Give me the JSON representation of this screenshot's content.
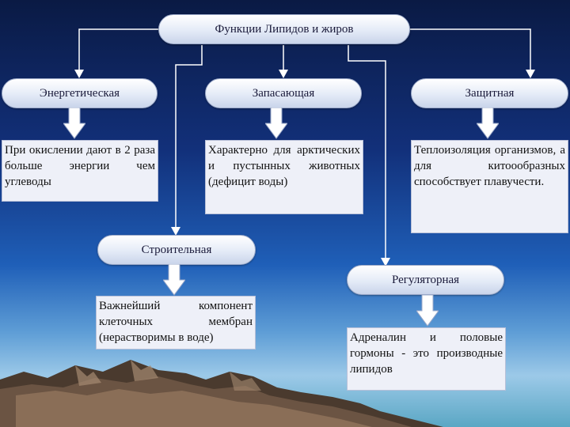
{
  "diagram": {
    "root": "Функции Липидов и жиров",
    "functions": [
      {
        "id": "energy",
        "title": "Энергетическая",
        "description": "При окислении дают в 2 раза больше энергии чем углеводы"
      },
      {
        "id": "storage",
        "title": "Запасающая",
        "description": "Характерно для арктических и пустынных животных (дефицит воды)"
      },
      {
        "id": "protective",
        "title": "Защитная",
        "description": "Теплоизоляция организмов, а для китоообразных способствует плавучести."
      },
      {
        "id": "structural",
        "title": "Строительная",
        "description": "Важнейший компонент клеточных мембран (нерастворимы в воде)"
      },
      {
        "id": "regulatory",
        "title": "Регуляторная",
        "description": "Адреналин и половые гормоны - это производные липидов"
      }
    ]
  },
  "colors": {
    "pill_fill": "#e4ebf7",
    "box_fill": "#eef0f8",
    "connector": "#ffffff",
    "block_arrow": "#ffffff"
  }
}
